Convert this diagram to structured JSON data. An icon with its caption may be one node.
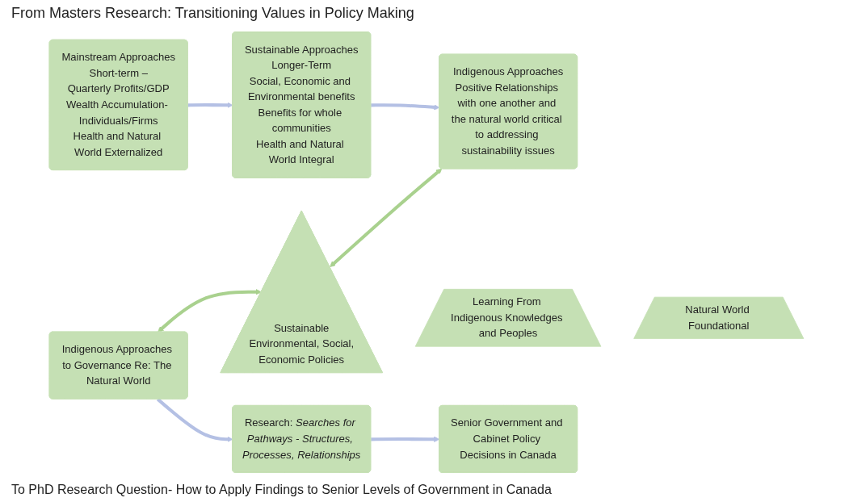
{
  "diagram": {
    "title": "From Masters Research: Transitioning Values in Policy Making",
    "nodes": [
      {
        "text": [
          "Mainstream Approaches",
          "Short-term –",
          "Quarterly Profits/GDP",
          "Wealth Accumulation- Individuals/Firms",
          "Health and Natural World Externalized"
        ]
      },
      {
        "text": [
          "Sustainable Approaches",
          "Longer-Term",
          "Social, Economic and Environmental benefits",
          "Benefits for whole communities",
          "Health and Natural World Integral"
        ]
      },
      {
        "text": [
          "Indigenous Approaches",
          "Positive Relationships with one another and the natural world critical to addressing sustainability issues"
        ]
      },
      {
        "text": [
          "Sustainable",
          "Environmental, Social,",
          "Economic Policies"
        ]
      },
      {
        "text": [
          "Learning From Indigenous Knowledges and Peoples"
        ]
      },
      {
        "text": [
          "Natural World Foundational"
        ]
      },
      {
        "text": [
          "Indigenous Approaches to Governance Re: The Natural World"
        ]
      },
      {
        "text": [
          "Research: *Searches for Pathways - Structures, Processes, Relationships*"
        ]
      },
      {
        "text": [
          "Senior Government and Cabinet Policy Decisions in Canada"
        ]
      }
    ],
    "edges": [
      {
        "from": 0,
        "to": 1,
        "arrow": "to"
      },
      {
        "from": 1,
        "to": 2,
        "arrow": "to"
      },
      {
        "from": 3,
        "to": 2,
        "arrow": "both",
        "color": "#a9d18e"
      },
      {
        "from": 6,
        "to": 3,
        "arrow": "both",
        "color": "#a9d18e"
      },
      {
        "from": 6,
        "to": 7,
        "arrow": "to"
      },
      {
        "from": 7,
        "to": 8,
        "arrow": "to"
      }
    ],
    "labels": [
      "To PhD Research Question- How to Apply Findings to Senior Levels of Government in Canada"
    ]
  }
}
